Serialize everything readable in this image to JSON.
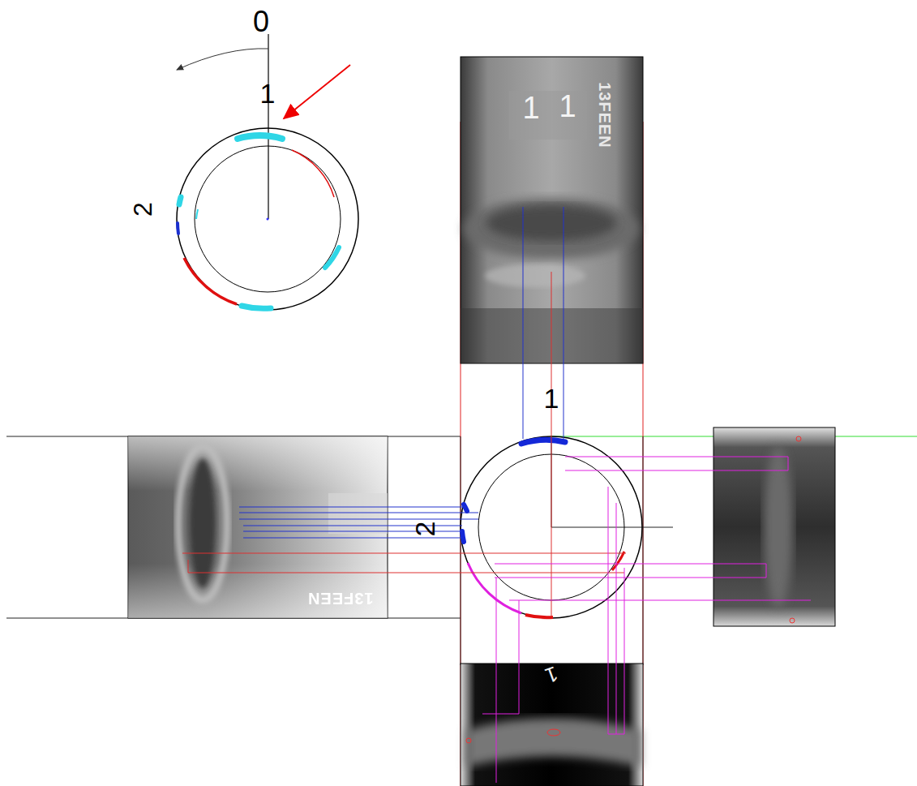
{
  "diagram": {
    "labels": [
      "0",
      "1",
      "2",
      "1",
      "2",
      "1",
      "1",
      "13FEEN",
      "1",
      "13FEEN"
    ]
  }
}
